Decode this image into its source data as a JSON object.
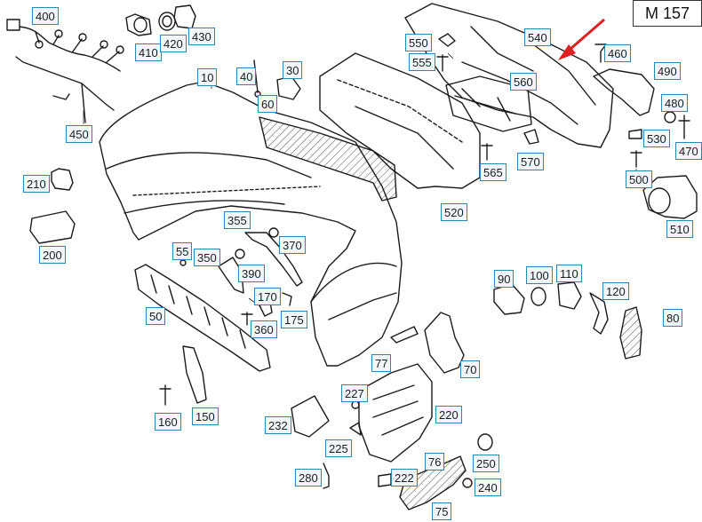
{
  "diagram": {
    "code": "M 157",
    "accent_color": "#e02020",
    "label_border_color": "#2a86b8",
    "parts": [
      {
        "id": "p400",
        "label": "400"
      },
      {
        "id": "p410",
        "label": "410"
      },
      {
        "id": "p420",
        "label": "420"
      },
      {
        "id": "p430",
        "label": "430"
      },
      {
        "id": "p450",
        "label": "450"
      },
      {
        "id": "p10",
        "label": "10"
      },
      {
        "id": "p40",
        "label": "40"
      },
      {
        "id": "p30",
        "label": "30"
      },
      {
        "id": "p60",
        "label": "60"
      },
      {
        "id": "p540",
        "label": "540"
      },
      {
        "id": "p550",
        "label": "550"
      },
      {
        "id": "p555",
        "label": "555"
      },
      {
        "id": "p460",
        "label": "460"
      },
      {
        "id": "p490",
        "label": "490"
      },
      {
        "id": "p560",
        "label": "560"
      },
      {
        "id": "p480",
        "label": "480"
      },
      {
        "id": "p530",
        "label": "530"
      },
      {
        "id": "p470",
        "label": "470"
      },
      {
        "id": "p565",
        "label": "565"
      },
      {
        "id": "p570",
        "label": "570"
      },
      {
        "id": "p500",
        "label": "500"
      },
      {
        "id": "p210",
        "label": "210"
      },
      {
        "id": "p510",
        "label": "510"
      },
      {
        "id": "p520",
        "label": "520"
      },
      {
        "id": "p200",
        "label": "200"
      },
      {
        "id": "p355",
        "label": "355"
      },
      {
        "id": "p370",
        "label": "370"
      },
      {
        "id": "p55",
        "label": "55"
      },
      {
        "id": "p350",
        "label": "350"
      },
      {
        "id": "p390",
        "label": "390"
      },
      {
        "id": "p90",
        "label": "90"
      },
      {
        "id": "p100",
        "label": "100"
      },
      {
        "id": "p110",
        "label": "110"
      },
      {
        "id": "p120",
        "label": "120"
      },
      {
        "id": "p170",
        "label": "170"
      },
      {
        "id": "p50",
        "label": "50"
      },
      {
        "id": "p175",
        "label": "175"
      },
      {
        "id": "p80",
        "label": "80"
      },
      {
        "id": "p360",
        "label": "360"
      },
      {
        "id": "p77",
        "label": "77"
      },
      {
        "id": "p70",
        "label": "70"
      },
      {
        "id": "p227",
        "label": "227"
      },
      {
        "id": "p160",
        "label": "160"
      },
      {
        "id": "p150",
        "label": "150"
      },
      {
        "id": "p220",
        "label": "220"
      },
      {
        "id": "p232",
        "label": "232"
      },
      {
        "id": "p225",
        "label": "225"
      },
      {
        "id": "p76",
        "label": "76"
      },
      {
        "id": "p250",
        "label": "250"
      },
      {
        "id": "p280",
        "label": "280"
      },
      {
        "id": "p222",
        "label": "222"
      },
      {
        "id": "p240",
        "label": "240"
      },
      {
        "id": "p75",
        "label": "75"
      }
    ]
  }
}
